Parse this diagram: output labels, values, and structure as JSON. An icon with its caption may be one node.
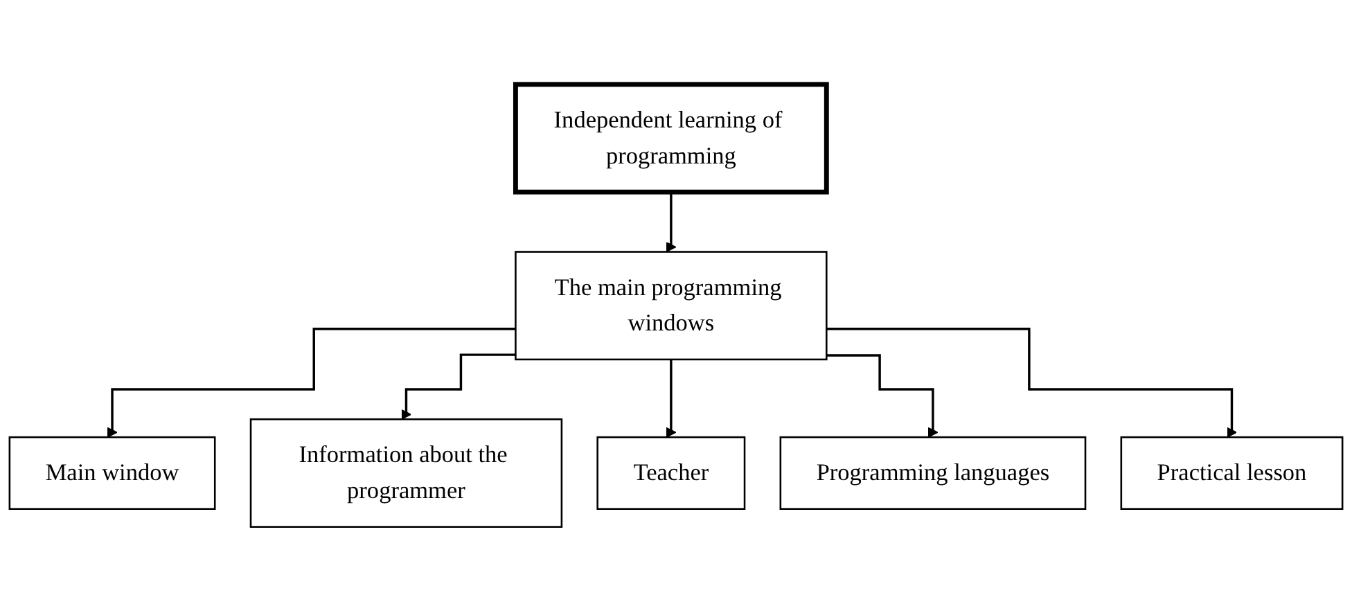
{
  "diagram": {
    "nodes": [
      {
        "text": [
          "Independent learning of programming"
        ]
      },
      {
        "text": [
          "The main programming windows"
        ]
      },
      {
        "text": [
          "Main window"
        ]
      },
      {
        "text": [
          "Information about the programmer"
        ]
      },
      {
        "text": [
          "Teacher"
        ]
      },
      {
        "text": [
          "Programming languages"
        ]
      },
      {
        "text": [
          "Practical lesson"
        ]
      }
    ],
    "edges": [
      {
        "from": 0,
        "to": 1,
        "arrow": "to"
      },
      {
        "from": 1,
        "to": 2,
        "arrow": "to"
      },
      {
        "from": 1,
        "to": 3,
        "arrow": "to"
      },
      {
        "from": 1,
        "to": 4,
        "arrow": "to"
      },
      {
        "from": 1,
        "to": 5,
        "arrow": "to"
      },
      {
        "from": 1,
        "to": 6,
        "arrow": "to"
      }
    ]
  }
}
